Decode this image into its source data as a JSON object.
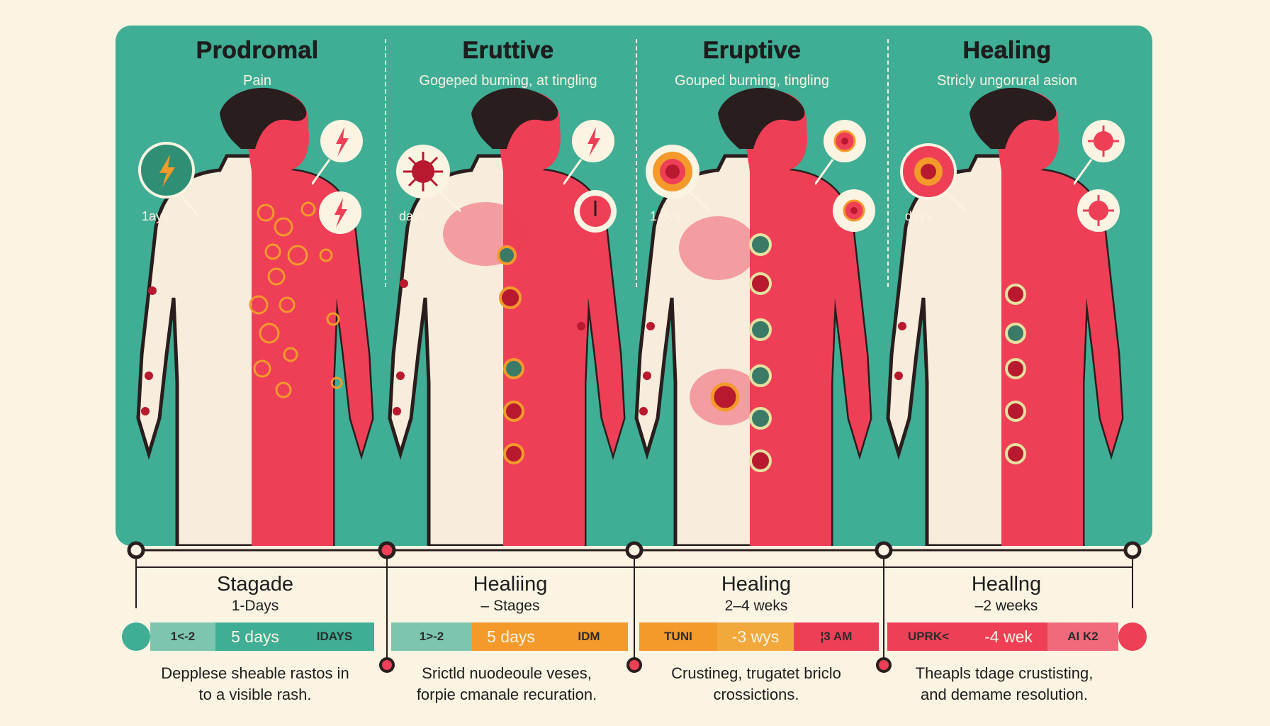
{
  "columns": [
    {
      "title": "Prodromal",
      "subtitle": "Pain",
      "days": "1ays"
    },
    {
      "title": "Eruttive",
      "subtitle": "Gogeped burning, at tingling",
      "days": "days"
    },
    {
      "title": "Eruptive",
      "subtitle": "Gouped burning, tingling",
      "days": "1 dys"
    },
    {
      "title": "Healing",
      "subtitle": "Stricly ungorural asion",
      "days": "days"
    }
  ],
  "stages": [
    {
      "title": "Stagade",
      "subtitle": "1-Days"
    },
    {
      "title": "Healiing",
      "subtitle": "– Stages"
    },
    {
      "title": "Healing",
      "subtitle": "2–4 weks"
    },
    {
      "title": "Heallng",
      "subtitle": "–2 weeks"
    }
  ],
  "segments": [
    "1<-2",
    "5 days",
    "IDAYS",
    "1>-2",
    "5 days",
    "IDM",
    "TUNI",
    "-3 wys",
    "¦3 AM",
    "UPRK<",
    "-4 wek",
    "AI K2"
  ],
  "descriptions": [
    {
      "line1": "Depplese sheable  rastos in",
      "line2": "to a  visible  rash."
    },
    {
      "line1": "Srictld nuodeoule  veses,",
      "line2": "forpie cmanale recuration."
    },
    {
      "line1": "Crustineg, trugatet briclo",
      "line2": "crossictions."
    },
    {
      "line1": "Theapls tdage crustisting,",
      "line2": "and demame resolution."
    }
  ],
  "colors": {
    "panel": "#3fae95",
    "background": "#fbf4e3",
    "skin_red": "#ee3f57",
    "skin_light": "#f8ecdc",
    "hair": "#2a1d1d",
    "orange": "#f39a2b",
    "teal_light": "#7cc6b0"
  },
  "icons": [
    "lightning-icon",
    "virus-icon",
    "lesion-icon",
    "gauge-icon"
  ]
}
